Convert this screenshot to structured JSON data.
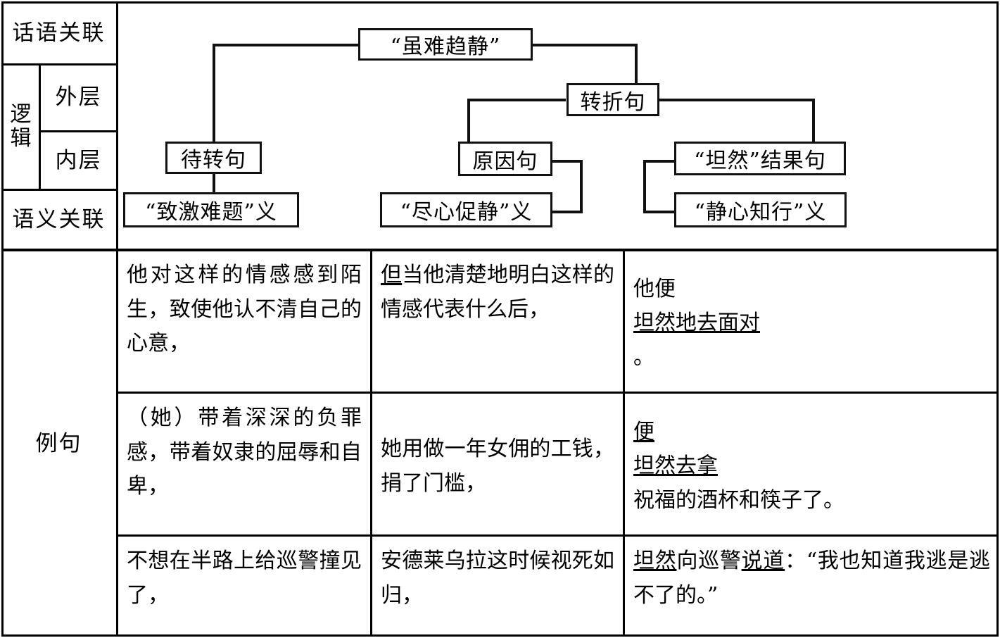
{
  "row_labels": {
    "discourse_relation": "话语关联",
    "logic": "逻辑",
    "logic_outer": "外层",
    "logic_inner": "内层",
    "semantic_relation": "语义关联",
    "examples": "例句"
  },
  "diagram": {
    "nodes": {
      "root": "“虽难趋静”",
      "transition": "转折句",
      "pending": "待转句",
      "cause": "原因句",
      "result": "“坦然”结果句",
      "meaning_left": "“致激难题”义",
      "meaning_mid": "“尽心促静”义",
      "meaning_right": "“静心知行”义"
    }
  },
  "examples": {
    "rows": [
      {
        "col1": [
          {
            "text": "他对这样的情感感到陌生，致使他认不清自己的心意，",
            "underline": false
          }
        ],
        "col2": [
          {
            "text": "但",
            "underline": true
          },
          {
            "text": "当他清楚地明白这样的情感代表什么后，",
            "underline": false
          }
        ],
        "col3": [
          {
            "text": "他便",
            "underline": false
          },
          {
            "text": "坦然地去面对",
            "underline": true
          },
          {
            "text": "。",
            "underline": false
          }
        ]
      },
      {
        "col1": [
          {
            "text": "（她）带着深深的负罪感，带着奴隶的屈辱和自卑，",
            "underline": false
          }
        ],
        "col2": [
          {
            "text": "她用做一年女佣的工钱，捐了门槛，",
            "underline": false
          }
        ],
        "col3": [
          {
            "text": "便",
            "underline": true
          },
          {
            "text": "坦然去拿",
            "underline": true
          },
          {
            "text": "祝福的酒杯和筷子了。",
            "underline": false
          }
        ]
      },
      {
        "col1": [
          {
            "text": "不想在半路上给巡警撞见了，",
            "underline": false
          }
        ],
        "col2": [
          {
            "text": "安德莱乌拉这时候视死如归，",
            "underline": false
          }
        ],
        "col3": [
          {
            "text": "坦然",
            "underline": true
          },
          {
            "text": "向巡警",
            "underline": false
          },
          {
            "text": "说道",
            "underline": true
          },
          {
            "text": "：“我也知道我逃是逃不了的。”",
            "underline": false
          }
        ]
      }
    ]
  },
  "colors": {
    "ink": "#000000",
    "paper": "#ffffff"
  }
}
